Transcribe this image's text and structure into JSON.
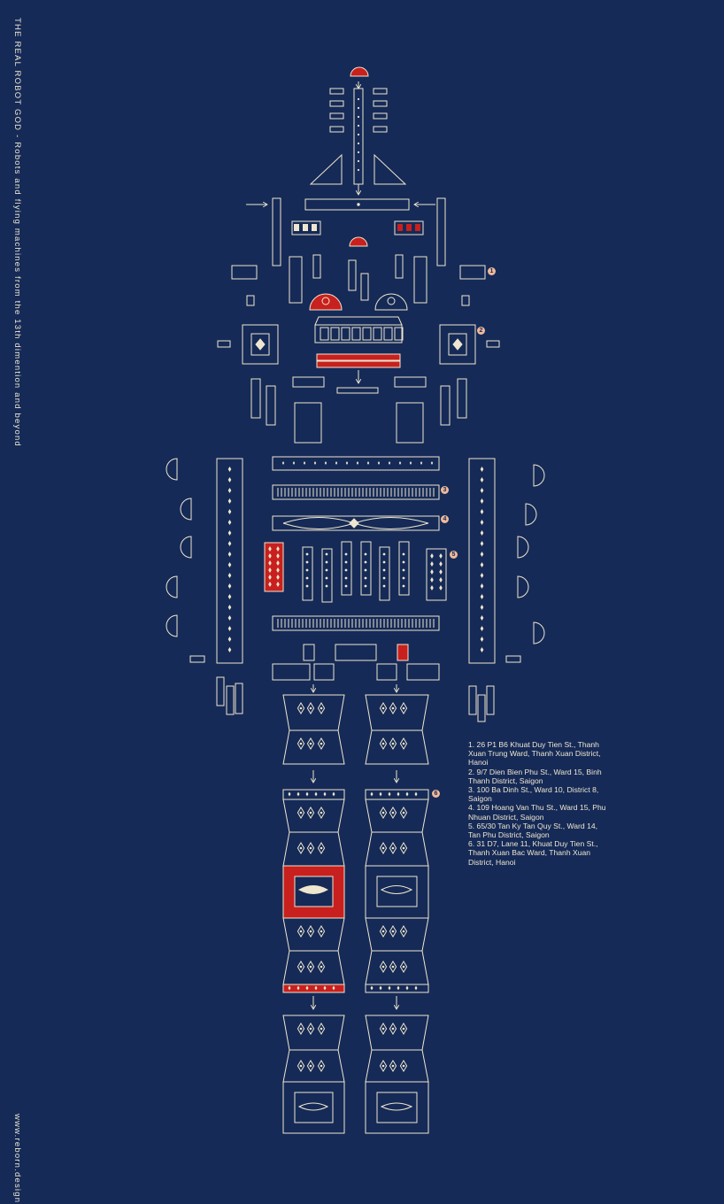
{
  "poster": {
    "title": "THE REAL ROBOT GOD - Robots and flying machines from the 13th dimention and beyond",
    "website": "www.reborn.design"
  },
  "colors": {
    "background": "#152a57",
    "line": "#efe6cf",
    "accent_red": "#c8201e",
    "badge": "#f0b99a"
  },
  "callouts": [
    "1",
    "2",
    "3",
    "4",
    "5",
    "6"
  ],
  "addresses": [
    "1. 26 P1 B6 Khuat Duy Tien St., Thanh Xuan Trung Ward, Thanh Xuan District, Hanoi",
    "2. 9/7 Dien Bien Phu St., Ward 15, Binh Thanh District, Saigon",
    "3. 100 Ba Dinh St., Ward 10, District 8, Saigon",
    "4. 109 Hoang Van Thu St., Ward 15, Phu Nhuan District, Saigon",
    "5. 65/30 Tan Ky Tan Quy St., Ward 14, Tan Phu District, Saigon",
    "6. 31 D7, Lane 11, Khuat Duy Tien St., Thanh Xuan Bac Ward, Thanh Xuan District, Hanoi"
  ]
}
